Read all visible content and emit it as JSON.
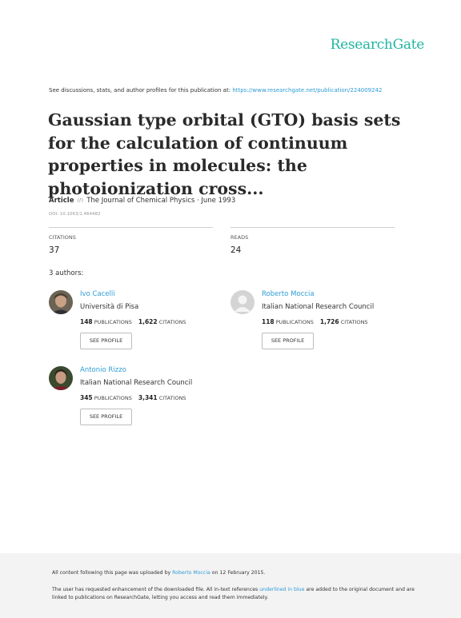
{
  "brand": "ResearchGate",
  "discussion": {
    "prefix": "See discussions, stats, and author profiles for this publication at: ",
    "url": "https://www.researchgate.net/publication/224009242"
  },
  "title": "Gaussian type orbital (GTO) basis sets for the calculation of continuum properties in molecules: the photoionization cross...",
  "meta": {
    "type": "Article",
    "in": "in",
    "journal": "The Journal of Chemical Physics · June 1993",
    "doi": "DOI: 10.1063/1.464482"
  },
  "stats": {
    "citations_label": "CITATIONS",
    "citations": "37",
    "reads_label": "READS",
    "reads": "24"
  },
  "authors_heading": "3 authors:",
  "authors": [
    {
      "name": "Ivo Cacelli",
      "institution": "Università di Pisa",
      "publications": "148",
      "citations": "1,622",
      "avatar": "author-photo"
    },
    {
      "name": "Roberto Moccia",
      "institution": "Italian National Research Council",
      "publications": "118",
      "citations": "1,726",
      "avatar": "placeholder-person"
    },
    {
      "name": "Antonio Rizzo",
      "institution": "Italian National Research Council",
      "publications": "345",
      "citations": "3,341",
      "avatar": "author-photo"
    }
  ],
  "labels": {
    "publications": "PUBLICATIONS",
    "citations": "CITATIONS",
    "see_profile": "SEE PROFILE"
  },
  "footer": {
    "line1_prefix": "All content following this page was uploaded by ",
    "line1_uploader": "Roberto Moccia",
    "line1_suffix": " on 12 February 2015.",
    "line2_prefix": "The user has requested enhancement of the downloaded file. All in-text references ",
    "line2_link": "underlined in blue",
    "line2_suffix": " are added to the original document and are linked to publications on ResearchGate, letting you access and read them immediately."
  },
  "colors": {
    "brand": "#1fb5a0",
    "link": "#2f9cd6"
  }
}
